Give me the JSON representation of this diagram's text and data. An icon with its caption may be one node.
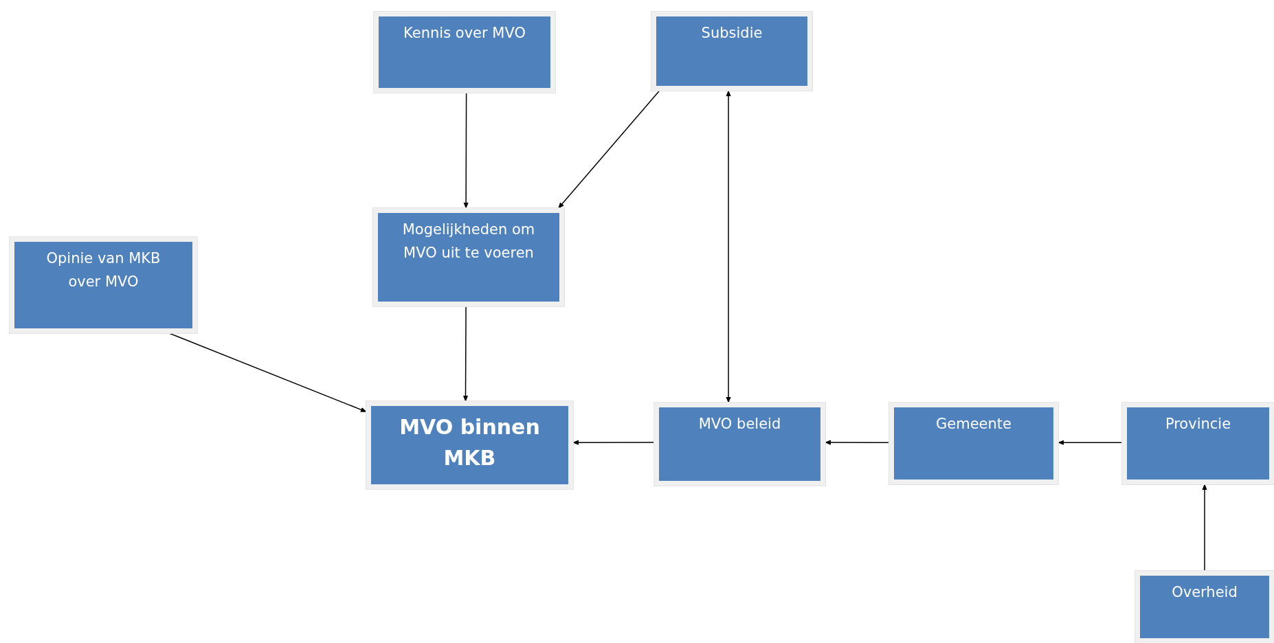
{
  "diagram": {
    "nodes": [
      {
        "text": [
          "Kennis over MVO"
        ]
      },
      {
        "text": [
          "Subsidie"
        ]
      },
      {
        "text": [
          "Opinie van MKB over MVO"
        ]
      },
      {
        "text": [
          "Mogelijkheden om MVO uit te voeren"
        ]
      },
      {
        "text": [
          "MVO binnen MKB"
        ]
      },
      {
        "text": [
          "MVO beleid"
        ]
      },
      {
        "text": [
          "Gemeente"
        ]
      },
      {
        "text": [
          "Provincie"
        ]
      },
      {
        "text": [
          "Overheid"
        ]
      }
    ],
    "edges": [
      {
        "from": 0,
        "to": 3,
        "arrow": "to"
      },
      {
        "from": 1,
        "to": 3,
        "arrow": "to"
      },
      {
        "from": 3,
        "to": 4,
        "arrow": "to"
      },
      {
        "from": 2,
        "to": 4,
        "arrow": "to"
      },
      {
        "from": 5,
        "to": 1,
        "arrow": "both"
      },
      {
        "from": 5,
        "to": 4,
        "arrow": "to"
      },
      {
        "from": 6,
        "to": 5,
        "arrow": "to"
      },
      {
        "from": 7,
        "to": 6,
        "arrow": "to"
      },
      {
        "from": 8,
        "to": 7,
        "arrow": "to"
      }
    ]
  }
}
